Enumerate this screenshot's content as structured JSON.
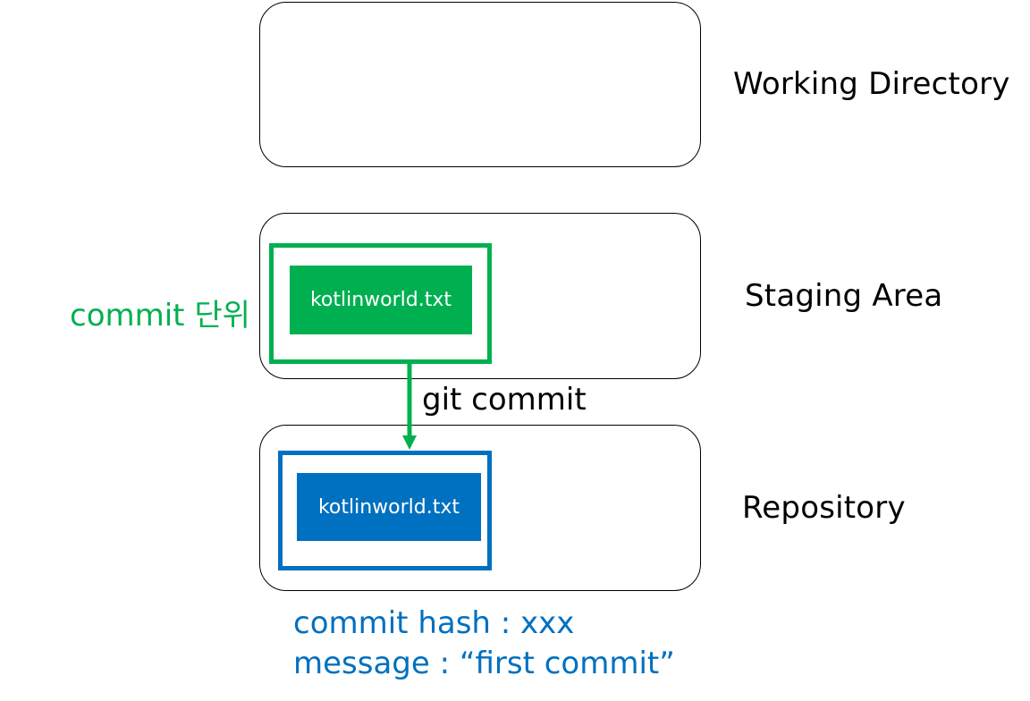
{
  "areas": {
    "working": {
      "label": "Working Directory"
    },
    "staging": {
      "label": "Staging Area"
    },
    "repository": {
      "label": "Repository"
    }
  },
  "staging_commit": {
    "unit_label": "commit 단위",
    "file_label": "kotlinworld.txt",
    "color": "#00b050"
  },
  "repository_commit": {
    "file_label": "kotlinworld.txt",
    "hash_line": "commit hash : xxx",
    "message_line": "message : “first commit”",
    "color": "#0070c0"
  },
  "arrow": {
    "label": "git commit",
    "color": "#00b050"
  }
}
